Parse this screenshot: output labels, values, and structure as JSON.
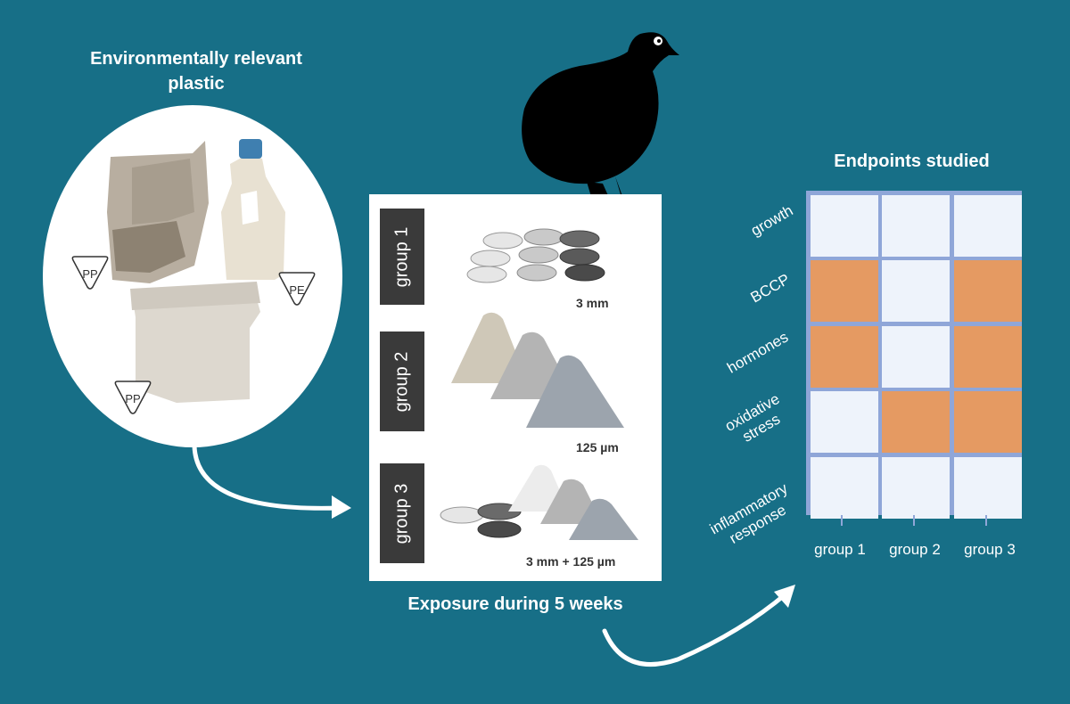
{
  "plastic": {
    "title_line1": "Environmentally relevant",
    "title_line2": "plastic",
    "codes": [
      "PP",
      "PE",
      "PP"
    ]
  },
  "exposure": {
    "label": "Exposure during 5 weeks",
    "groups": [
      {
        "name": "group 1",
        "size": "3 mm"
      },
      {
        "name": "group 2",
        "size": "125 µm"
      },
      {
        "name": "group 3",
        "size": "3 mm + 125 µm"
      }
    ]
  },
  "endpoints": {
    "title": "Endpoints studied",
    "rows": [
      {
        "line1": "growth",
        "line2": ""
      },
      {
        "line1": "BCCP",
        "line2": ""
      },
      {
        "line1": "hormones",
        "line2": ""
      },
      {
        "line1": "oxidative",
        "line2": "stress"
      },
      {
        "line1": "inflammatory",
        "line2": "response"
      }
    ],
    "columns": [
      "group 1",
      "group 2",
      "group 3"
    ],
    "matrix": [
      [
        false,
        false,
        false
      ],
      [
        true,
        false,
        true
      ],
      [
        true,
        false,
        true
      ],
      [
        false,
        true,
        true
      ],
      [
        false,
        false,
        false
      ]
    ],
    "colors": {
      "active": "#e59a62",
      "inactive": "#eef3fb",
      "grid": "#8fa6d8"
    }
  },
  "colors": {
    "background": "#176f87",
    "panel": "#ffffff",
    "tag": "#3a3a3a"
  }
}
